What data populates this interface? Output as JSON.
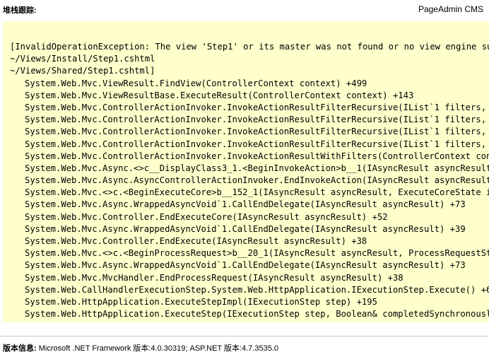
{
  "header": {
    "stack_trace_label": "堆栈跟踪:",
    "brand": "PageAdmin CMS"
  },
  "trace": {
    "lines": [
      "[InvalidOperationException: The view 'Step1' or its master was not found or no view engine su",
      "~/Views/Install/Step1.cshtml",
      "~/Views/Shared/Step1.cshtml]",
      "System.Web.Mvc.ViewResult.FindView(ControllerContext context) +499",
      "System.Web.Mvc.ViewResultBase.ExecuteResult(ControllerContext context) +143",
      "System.Web.Mvc.ControllerActionInvoker.InvokeActionResultFilterRecursive(IList`1 filters,",
      "System.Web.Mvc.ControllerActionInvoker.InvokeActionResultFilterRecursive(IList`1 filters,",
      "System.Web.Mvc.ControllerActionInvoker.InvokeActionResultFilterRecursive(IList`1 filters,",
      "System.Web.Mvc.ControllerActionInvoker.InvokeActionResultFilterRecursive(IList`1 filters,",
      "System.Web.Mvc.ControllerActionInvoker.InvokeActionResultWithFilters(ControllerContext con",
      "System.Web.Mvc.Async.<>c__DisplayClass3_1.<BeginInvokeAction>b__1(IAsyncResult asyncResult",
      "System.Web.Mvc.Async.AsyncControllerActionInvoker.EndInvokeAction(IAsyncResult asyncResult",
      "System.Web.Mvc.<>c.<BeginExecuteCore>b__152_1(IAsyncResult asyncResult, ExecuteCoreState i",
      "System.Web.Mvc.Async.WrappedAsyncVoid`1.CallEndDelegate(IAsyncResult asyncResult) +73",
      "System.Web.Mvc.Controller.EndExecuteCore(IAsyncResult asyncResult) +52",
      "System.Web.Mvc.Async.WrappedAsyncVoid`1.CallEndDelegate(IAsyncResult asyncResult) +39",
      "System.Web.Mvc.Controller.EndExecute(IAsyncResult asyncResult) +38",
      "System.Web.Mvc.<>c.<BeginProcessRequest>b__20_1(IAsyncResult asyncResult, ProcessRequestSt",
      "System.Web.Mvc.Async.WrappedAsyncVoid`1.CallEndDelegate(IAsyncResult asyncResult) +73",
      "System.Web.Mvc.MvcHandler.EndProcessRequest(IAsyncResult asyncResult) +38",
      "System.Web.CallHandlerExecutionStep.System.Web.HttpApplication.IExecutionStep.Execute() +6",
      "System.Web.HttpApplication.ExecuteStepImpl(IExecutionStep step) +195",
      "System.Web.HttpApplication.ExecuteStep(IExecutionStep step, Boolean& completedSynchronousl"
    ]
  },
  "footer": {
    "version_label": "版本信息:",
    "version_text": " Microsoft .NET Framework 版本:4.0.30319; ASP.NET 版本:4.7.3535.0"
  }
}
